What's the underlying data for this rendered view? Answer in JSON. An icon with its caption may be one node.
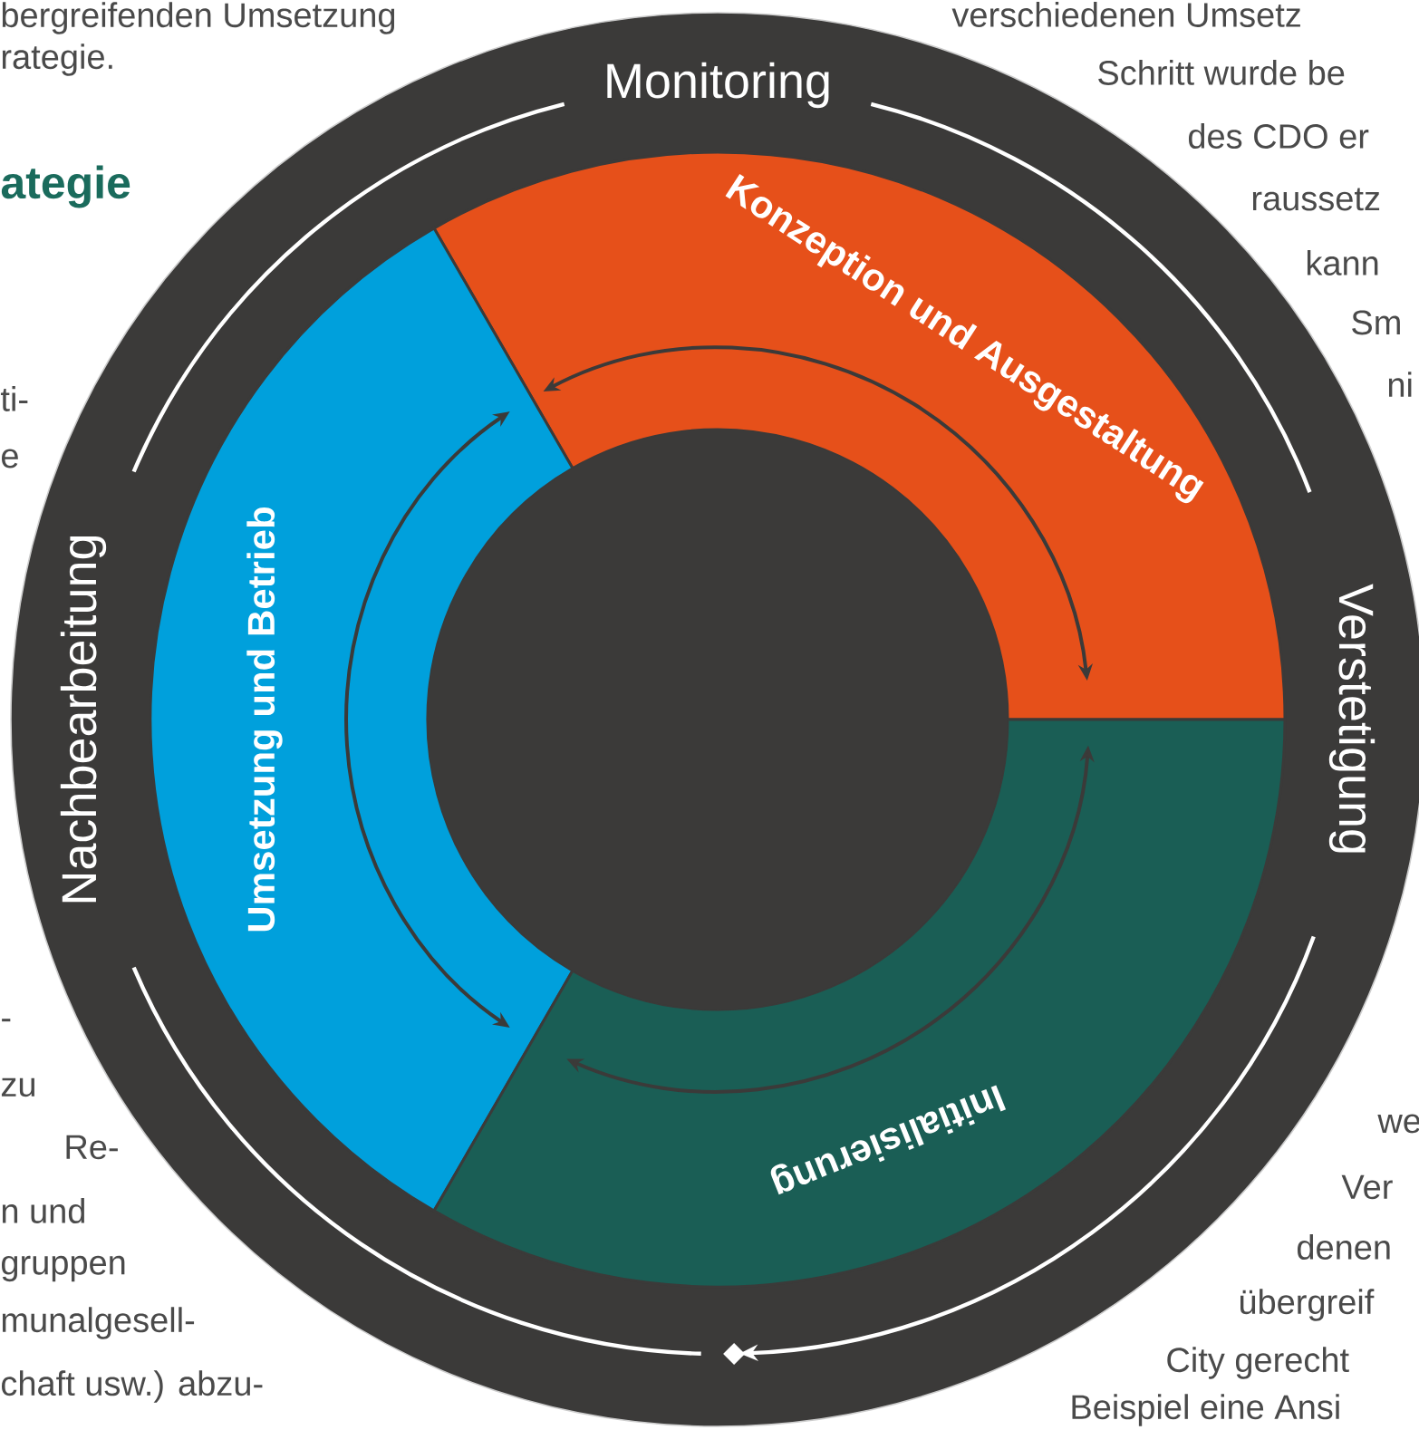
{
  "diagram": {
    "nodes": [
      {
        "text": [
          "Monitoring",
          "Verstetigung",
          "Nachbearbeitung"
        ]
      },
      {
        "text": [
          "Konzeption und Ausgestaltung"
        ],
        "in": 0
      },
      {
        "text": [
          "Umsetzung und Betrieb"
        ],
        "in": 0
      },
      {
        "text": [
          "Initialisierung"
        ],
        "in": 0
      }
    ],
    "labels": [
      "bergreifenden Umsetzung",
      "verschiedenen Umsetz",
      "rategie.",
      "Schritt wurde be",
      "des CDO er",
      "ategie",
      "raussetz",
      "kann",
      "Sm",
      "ni",
      "ti-",
      "e",
      "-",
      "zu",
      "we",
      "Re-",
      "Ver",
      "n und",
      "denen",
      "gruppen",
      "übergreif",
      "munalgesell-",
      "City gerecht",
      "chaft usw.) abzu-",
      "Beispiel eine Ansi"
    ]
  }
}
